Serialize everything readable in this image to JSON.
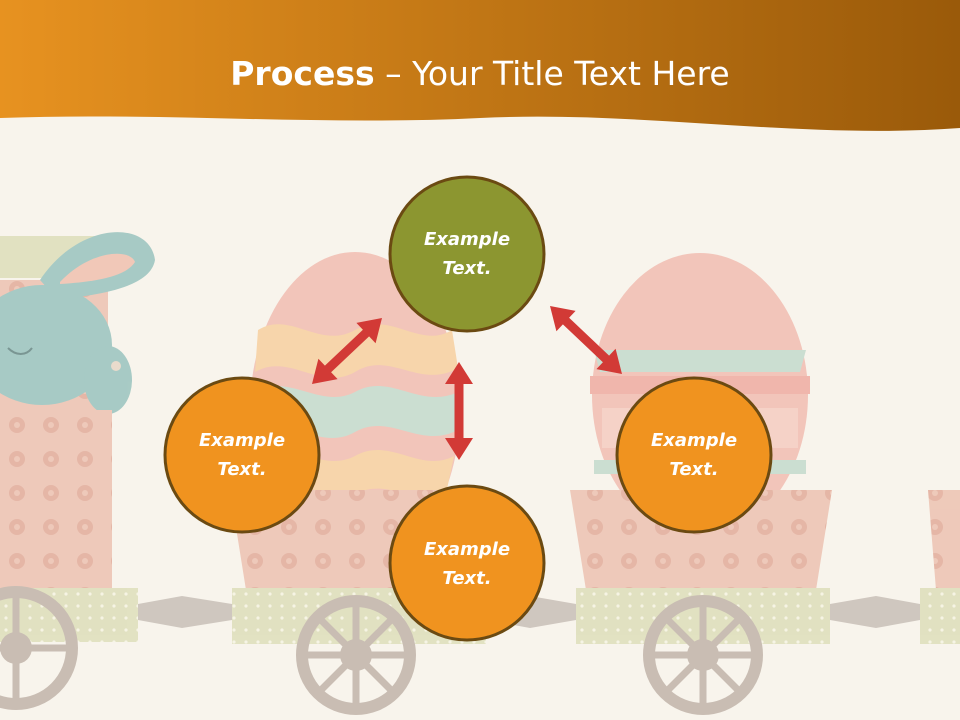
{
  "slide": {
    "title_bold": "Process",
    "title_rest": " – Your Title Text Here"
  },
  "colors": {
    "header_left": "#e79220",
    "header_right": "#9a5a0a",
    "node_orange": "#f0931f",
    "node_olive": "#8c9630",
    "node_border": "#6b4a12",
    "arrow": "#d23a36",
    "background": "#f8f4ec"
  },
  "diagram": {
    "nodes": [
      {
        "label": "Example\nText.",
        "color": "olive"
      },
      {
        "label": "Example\nText.",
        "color": "orange"
      },
      {
        "label": "Example\nText.",
        "color": "orange"
      },
      {
        "label": "Example\nText.",
        "color": "orange"
      }
    ],
    "connectors": [
      {
        "from": 0,
        "to": 1,
        "style": "double-arrow"
      },
      {
        "from": 0,
        "to": 2,
        "style": "double-arrow"
      },
      {
        "from": 0,
        "to": 3,
        "style": "double-arrow"
      }
    ]
  },
  "background_art": "easter-egg-train-illustration"
}
